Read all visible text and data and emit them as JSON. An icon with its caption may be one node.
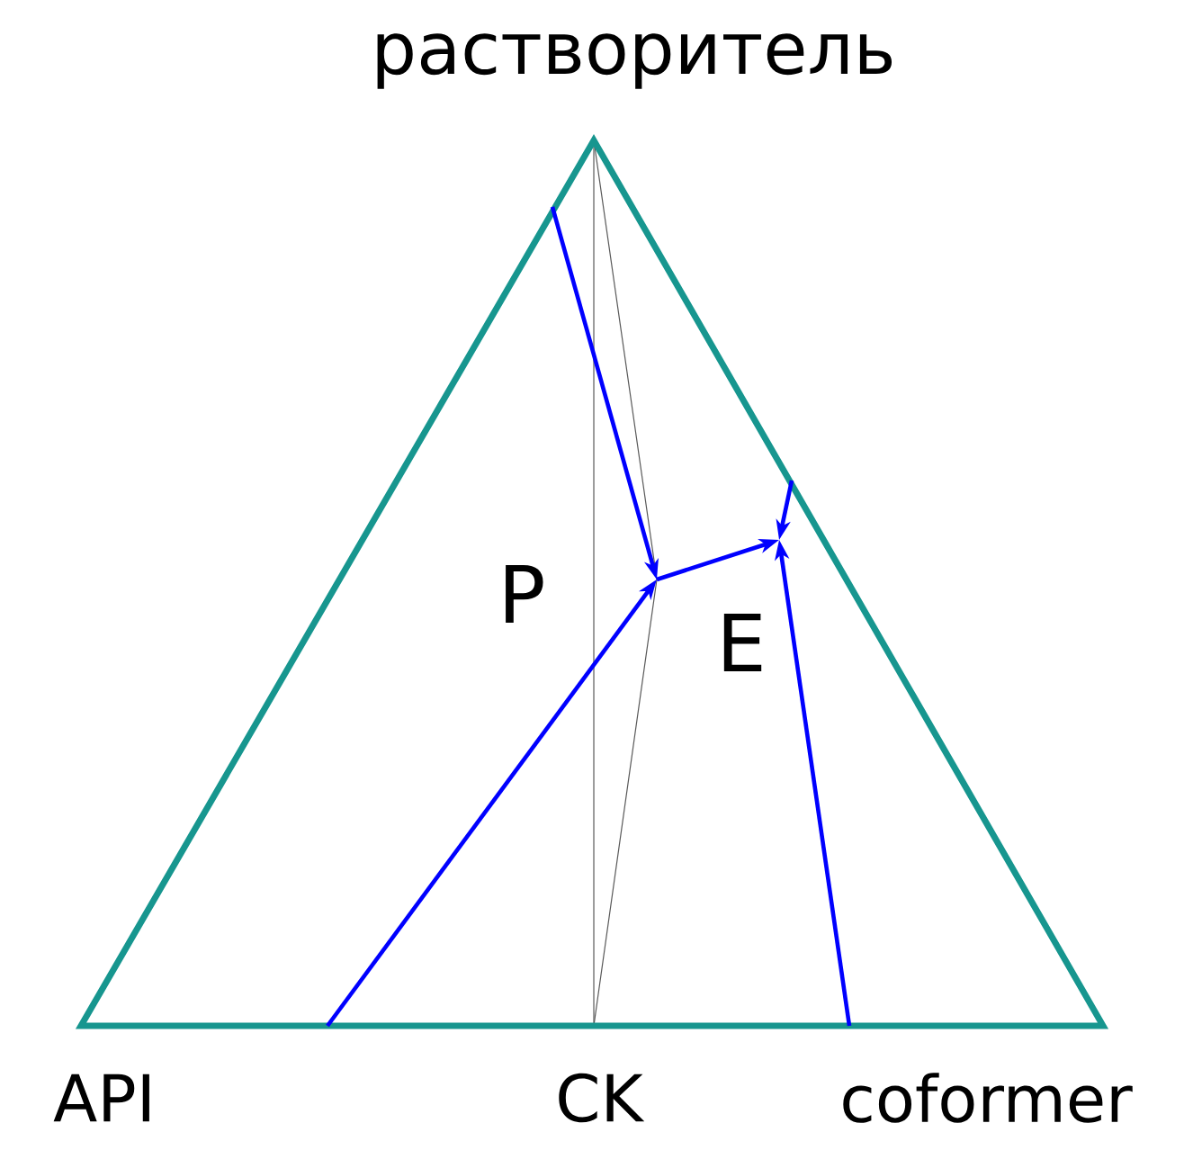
{
  "diagram": {
    "labels": [
      "растворитель",
      "P",
      "E",
      "API",
      "CK",
      "coformer"
    ]
  }
}
